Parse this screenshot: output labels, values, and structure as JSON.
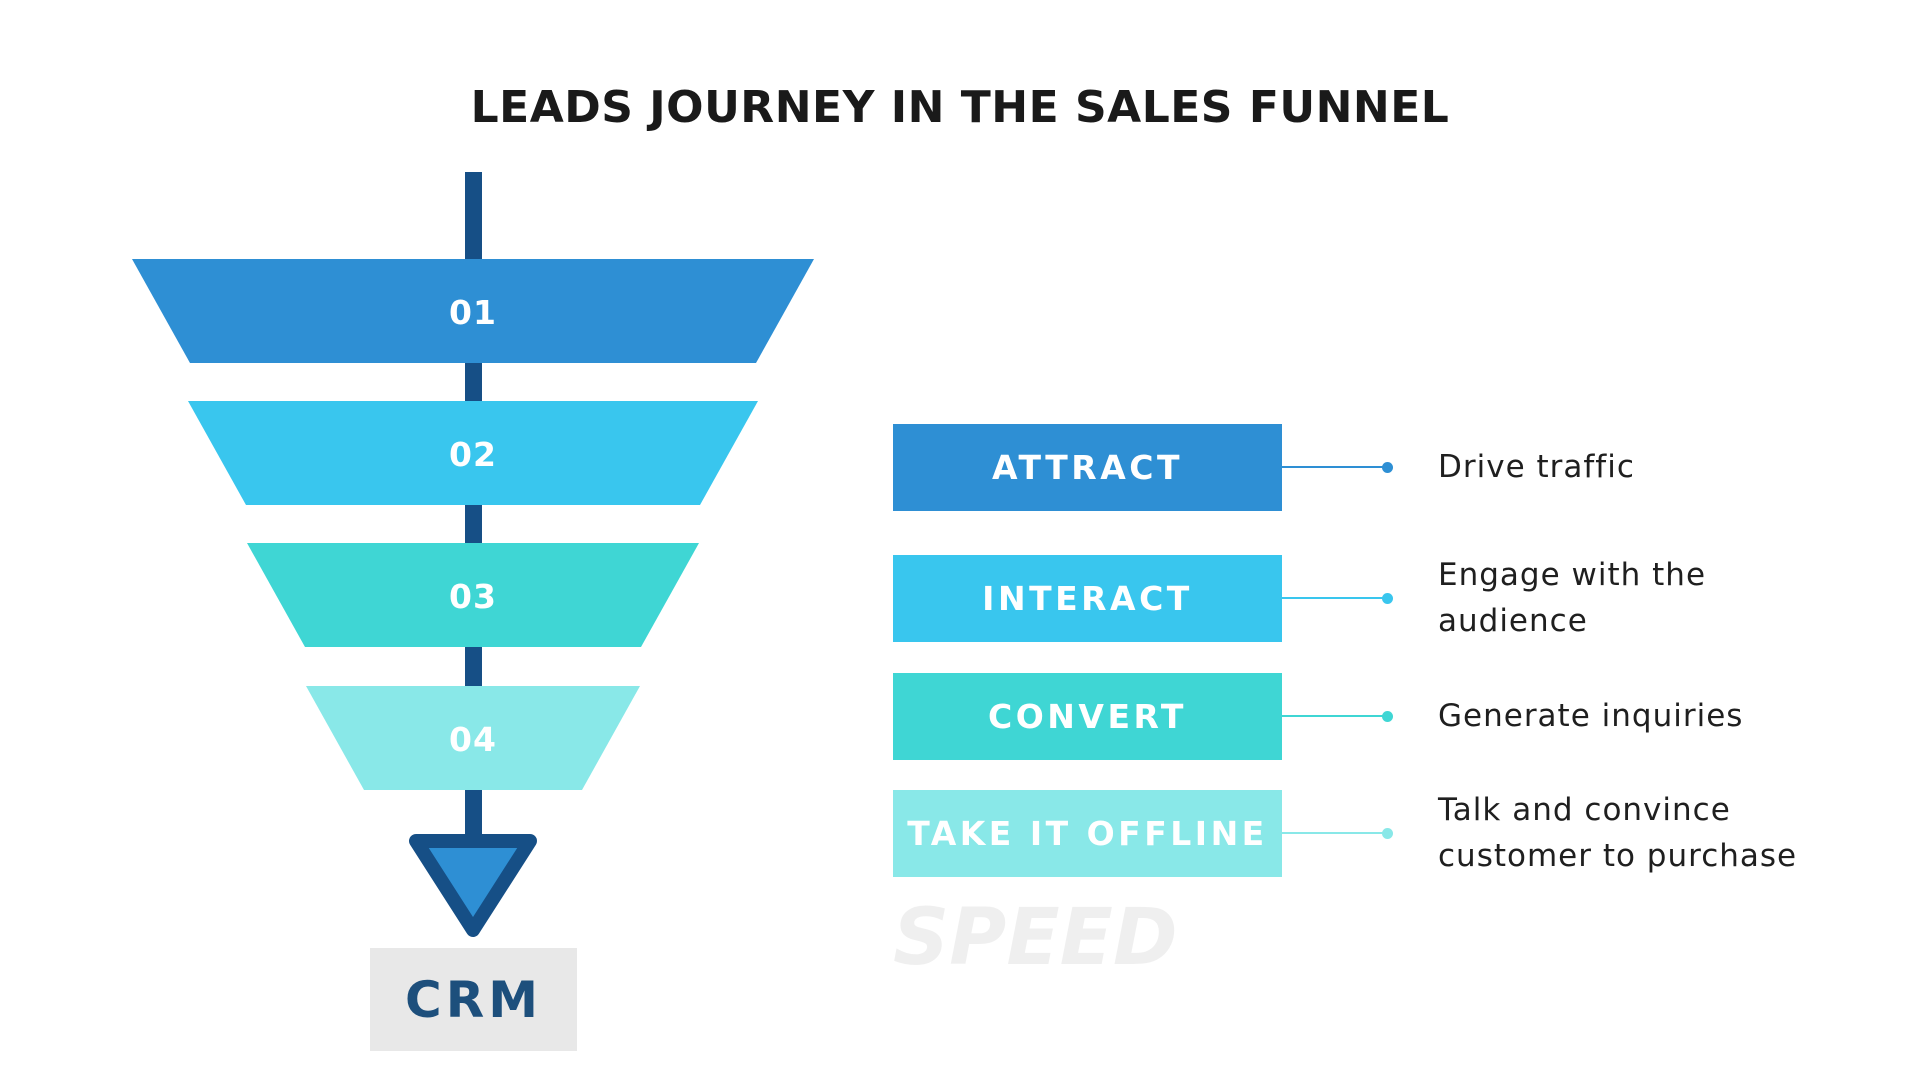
{
  "title": "LEADS JOURNEY IN THE SALES FUNNEL",
  "funnel": {
    "stages": [
      {
        "number": "01",
        "color": "#2e8fd4",
        "text_color": "#ffffff"
      },
      {
        "number": "02",
        "color": "#39c6ee",
        "text_color": "#ffffff"
      },
      {
        "number": "03",
        "color": "#3fd6d4",
        "text_color": "#ffffff"
      },
      {
        "number": "04",
        "color": "#89e8e8",
        "text_color": "#ffffff"
      }
    ],
    "axis_color": "#164f86",
    "arrow_inner_color": "#2e8fd4",
    "end_label": "CRM",
    "end_label_color": "#1d4f7c",
    "end_box_color": "#e8e8e8"
  },
  "steps": [
    {
      "label": "ATTRACT",
      "color": "#2e8fd4",
      "description_lines": [
        "Drive traffic"
      ]
    },
    {
      "label": "INTERACT",
      "color": "#39c6ee",
      "description_lines": [
        "Engage with the",
        "audience"
      ]
    },
    {
      "label": "CONVERT",
      "color": "#3fd6d4",
      "description_lines": [
        "Generate inquiries"
      ]
    },
    {
      "label": "TAKE IT OFFLINE",
      "color": "#89e8e8",
      "description_lines": [
        "Talk and convince",
        "customer to purchase"
      ]
    }
  ],
  "watermark": "SPEED"
}
